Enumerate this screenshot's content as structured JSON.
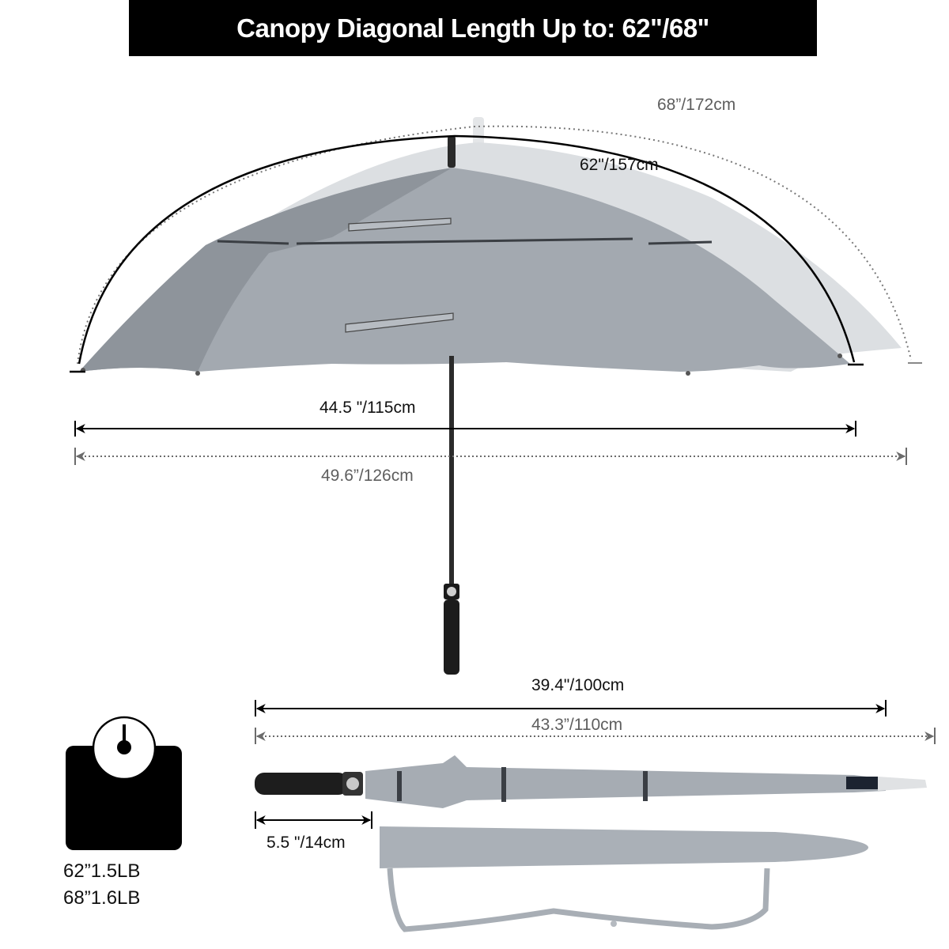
{
  "header": {
    "title": "Canopy Diagonal Length Up to: 62\"/68\""
  },
  "canopy": {
    "arc_large_label": "68”/172cm",
    "arc_small_label": "62\"/157cm",
    "width_small_label": "44.5 \"/115cm",
    "width_large_label": "49.6”/126cm"
  },
  "folded": {
    "length_small_label": "39.4\"/100cm",
    "length_large_label": "43.3”/110cm",
    "handle_label": "5.5 \"/14cm"
  },
  "weight": {
    "icon": "scale-icon",
    "line_62": "62”1.5LB",
    "line_68": "68”1.6LB"
  },
  "colors": {
    "canopy_main": "#a3a9b0",
    "canopy_dark": "#8e949b",
    "canopy_ghost": "#dcdfe2",
    "dim_solid": "#000000",
    "dim_dotted": "#6b6b6b",
    "title_bg": "#000000",
    "title_fg": "#ffffff"
  }
}
